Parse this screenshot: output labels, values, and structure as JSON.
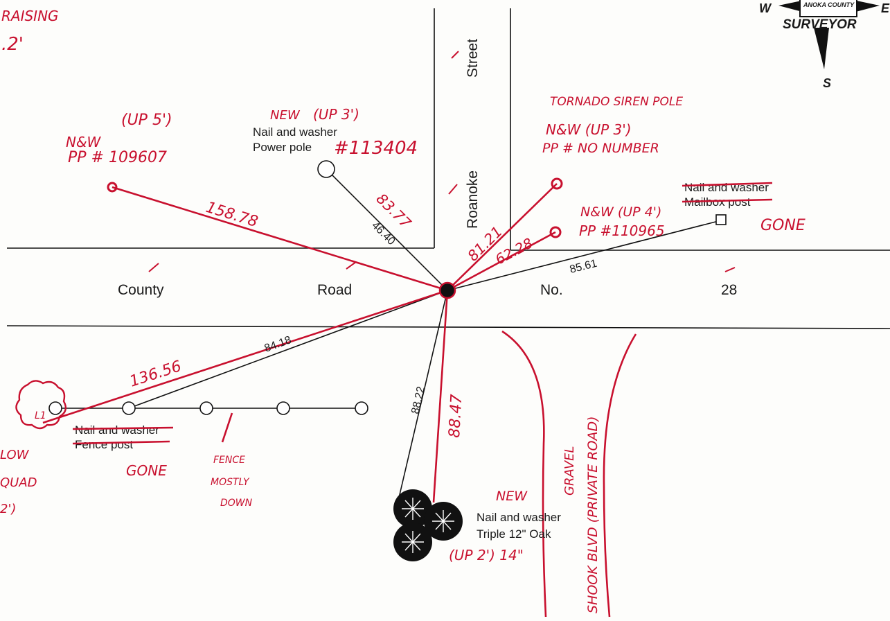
{
  "streets": {
    "county_road": [
      "County",
      "Road",
      "No.",
      "28"
    ],
    "roanoke": [
      "Roanoke",
      "Street"
    ],
    "shook": "SHOOK  BLVD (PRIVATE ROAD)",
    "gravel": "GRAVEL"
  },
  "compass": {
    "west": "W",
    "east": "E",
    "south": "S",
    "county": "ANOKA COUNTY",
    "surveyor": "SURVEYOR"
  },
  "header_notes": [
    "RAISING",
    ".2'"
  ],
  "refs": {
    "pp109607": {
      "note1": "(UP 5')",
      "note2": "N&W",
      "note3": "PP # 109607"
    },
    "pp113404": {
      "new": "NEW",
      "up": "(UP 3')",
      "l1": "Nail and washer",
      "l2": "Power pole",
      "num": "#113404"
    },
    "siren": {
      "title": "TORNADO SIREN POLE",
      "l1": "N&W  (UP 3')",
      "l2": "PP # NO NUMBER"
    },
    "pp110965": {
      "l1": "N&W  (UP 4')",
      "l2": "PP #110965"
    },
    "mailbox": {
      "l1": "Nail and washer",
      "l2": "Mailbox post",
      "status": "GONE"
    },
    "fence": {
      "l1": "Nail and washer",
      "l2": "Fence post",
      "status": "GONE",
      "n1": "FENCE",
      "n2": "MOSTLY",
      "n3": "DOWN"
    },
    "oak": {
      "new": "NEW",
      "l1": "Nail and washer",
      "l2": "Triple 12\" Oak",
      "up": "(UP 2') 14\""
    },
    "left_notes": [
      "LOW",
      "QUAD",
      "2')"
    ],
    "tree_label": "L1"
  },
  "distances": {
    "pp109607": "158.78",
    "pp113404_old": "46.40",
    "pp113404_new": "83.77",
    "siren": "81.21",
    "pp110965": "62.28",
    "mailbox": "85.61",
    "fence_old": "84.18",
    "fence_new": "136.56",
    "oak_old": "88.22",
    "oak_new": "88.47"
  },
  "colors": {
    "ink": "#1a1a1a",
    "redline": "#c8102e"
  }
}
